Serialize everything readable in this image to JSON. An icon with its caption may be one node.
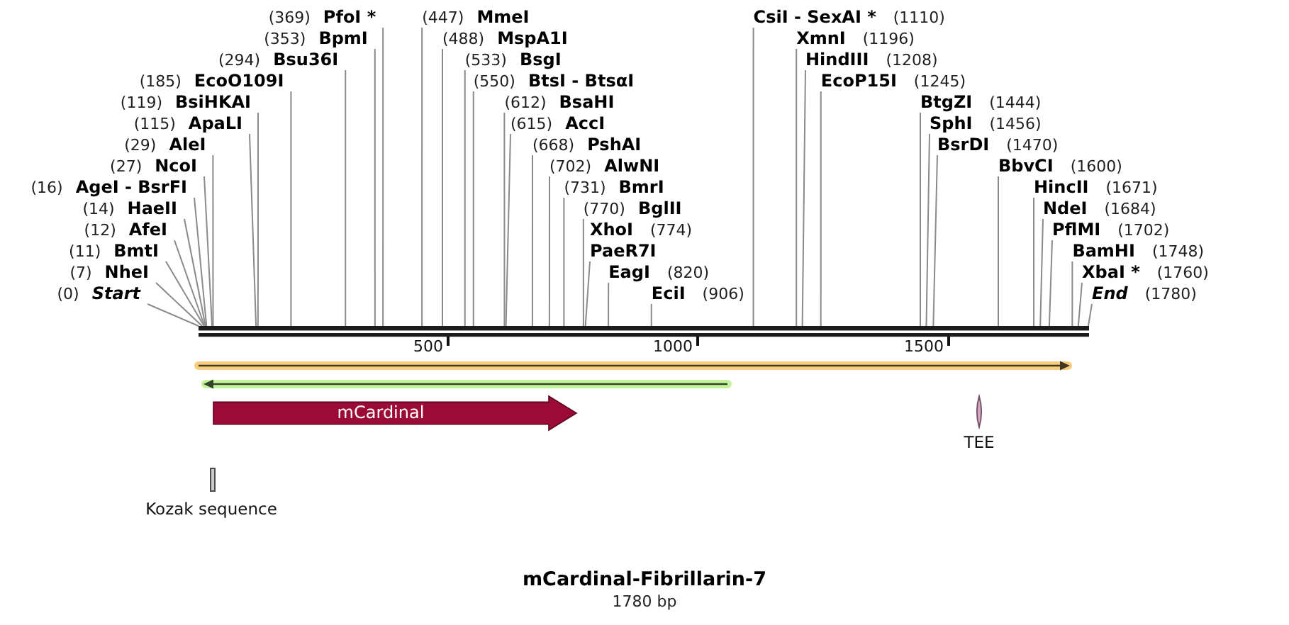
{
  "diagram": {
    "title": "mCardinal-Fibrillarin-7",
    "caption": "1780 bp",
    "nodes": [
      {
        "text": [
          "(0)",
          "Start"
        ]
      },
      {
        "text": [
          "(7)",
          "NheI"
        ]
      },
      {
        "text": [
          "(11)",
          "BmtI"
        ]
      },
      {
        "text": [
          "(12)",
          "AfeI"
        ]
      },
      {
        "text": [
          "(14)",
          "HaeII"
        ]
      },
      {
        "text": [
          "(16)",
          "AgeI - BsrFI"
        ]
      },
      {
        "text": [
          "(27)",
          "NcoI"
        ]
      },
      {
        "text": [
          "(29)",
          "AleI"
        ]
      },
      {
        "text": [
          "(115)",
          "ApaLI"
        ]
      },
      {
        "text": [
          "(119)",
          "BsiHKAI"
        ]
      },
      {
        "text": [
          "(185)",
          "EcoO109I"
        ]
      },
      {
        "text": [
          "(294)",
          "Bsu36I"
        ]
      },
      {
        "text": [
          "(353)",
          "BpmI"
        ]
      },
      {
        "text": [
          "(369)",
          "PfoI *"
        ]
      },
      {
        "text": [
          "(447)",
          "MmeI"
        ]
      },
      {
        "text": [
          "(488)",
          "MspA1I"
        ]
      },
      {
        "text": [
          "(533)",
          "BsgI"
        ]
      },
      {
        "text": [
          "(550)",
          "BtsI - BtsαI"
        ]
      },
      {
        "text": [
          "(612)",
          "BsaHI"
        ]
      },
      {
        "text": [
          "(615)",
          "AccI"
        ]
      },
      {
        "text": [
          "(668)",
          "PshAI"
        ]
      },
      {
        "text": [
          "(702)",
          "AlwNI"
        ]
      },
      {
        "text": [
          "(731)",
          "BmrI"
        ]
      },
      {
        "text": [
          "(770)",
          "BglII"
        ]
      },
      {
        "text": [
          "XhoI",
          "(774)",
          "PaeR7I"
        ]
      },
      {
        "text": [
          "EagI",
          "(820)"
        ]
      },
      {
        "text": [
          "EciI",
          "(906)"
        ]
      },
      {
        "text": [
          "CsiI - SexAI *",
          "(1110)"
        ]
      },
      {
        "text": [
          "XmnI",
          "(1196)"
        ]
      },
      {
        "text": [
          "HindIII",
          "(1208)"
        ]
      },
      {
        "text": [
          "EcoP15I",
          "(1245)"
        ]
      },
      {
        "text": [
          "BtgZI",
          "(1444)"
        ]
      },
      {
        "text": [
          "SphI",
          "(1456)"
        ]
      },
      {
        "text": [
          "BsrDI",
          "(1470)"
        ]
      },
      {
        "text": [
          "BbvCI",
          "(1600)"
        ]
      },
      {
        "text": [
          "HincII",
          "(1671)"
        ]
      },
      {
        "text": [
          "NdeI",
          "(1684)"
        ]
      },
      {
        "text": [
          "PflMI",
          "(1702)"
        ]
      },
      {
        "text": [
          "BamHI",
          "(1748)"
        ]
      },
      {
        "text": [
          "XbaI *",
          "(1760)"
        ]
      },
      {
        "text": [
          "End",
          "(1780)"
        ]
      },
      {
        "text": [],
        "shape": "bar"
      },
      {
        "text": [],
        "shape": "arrow"
      },
      {
        "text": [],
        "shape": "arrow"
      },
      {
        "text": [
          "mCardinal"
        ]
      },
      {
        "text": [],
        "shape": "ellipse",
        "beside": [
          "TEE"
        ]
      },
      {
        "text": [],
        "shape": "bar",
        "beside": [
          "Kozak sequence"
        ]
      }
    ],
    "edges": [
      {
        "from": 0,
        "to": 41,
        "arrow": "none"
      },
      {
        "from": 1,
        "to": 41,
        "arrow": "none"
      },
      {
        "from": 2,
        "to": 41,
        "arrow": "none"
      },
      {
        "from": 3,
        "to": 41,
        "arrow": "none"
      },
      {
        "from": 4,
        "to": 41,
        "arrow": "none"
      },
      {
        "from": 5,
        "to": 41,
        "arrow": "none"
      },
      {
        "from": 6,
        "to": 41,
        "arrow": "none"
      },
      {
        "from": 7,
        "to": 41,
        "arrow": "none"
      },
      {
        "from": 8,
        "to": 41,
        "arrow": "none"
      },
      {
        "from": 9,
        "to": 41,
        "arrow": "none"
      },
      {
        "from": 10,
        "to": 41,
        "arrow": "none"
      },
      {
        "from": 11,
        "to": 41,
        "arrow": "none"
      },
      {
        "from": 12,
        "to": 41,
        "arrow": "none"
      },
      {
        "from": 13,
        "to": 41,
        "arrow": "none"
      },
      {
        "from": 14,
        "to": 41,
        "arrow": "none"
      },
      {
        "from": 15,
        "to": 41,
        "arrow": "none"
      },
      {
        "from": 16,
        "to": 41,
        "arrow": "none"
      },
      {
        "from": 17,
        "to": 41,
        "arrow": "none"
      },
      {
        "from": 18,
        "to": 41,
        "arrow": "none"
      },
      {
        "from": 19,
        "to": 41,
        "arrow": "none"
      },
      {
        "from": 20,
        "to": 41,
        "arrow": "none"
      },
      {
        "from": 21,
        "to": 41,
        "arrow": "none"
      },
      {
        "from": 22,
        "to": 41,
        "arrow": "none"
      },
      {
        "from": 23,
        "to": 41,
        "arrow": "none"
      },
      {
        "from": 24,
        "to": 41,
        "arrow": "none"
      },
      {
        "from": 25,
        "to": 41,
        "arrow": "none"
      },
      {
        "from": 26,
        "to": 41,
        "arrow": "none"
      },
      {
        "from": 27,
        "to": 41,
        "arrow": "none"
      },
      {
        "from": 28,
        "to": 41,
        "arrow": "none"
      },
      {
        "from": 29,
        "to": 41,
        "arrow": "none"
      },
      {
        "from": 30,
        "to": 41,
        "arrow": "none"
      },
      {
        "from": 31,
        "to": 41,
        "arrow": "none"
      },
      {
        "from": 32,
        "to": 41,
        "arrow": "none"
      },
      {
        "from": 33,
        "to": 41,
        "arrow": "none"
      },
      {
        "from": 34,
        "to": 41,
        "arrow": "none"
      },
      {
        "from": 35,
        "to": 41,
        "arrow": "none"
      },
      {
        "from": 36,
        "to": 41,
        "arrow": "none"
      },
      {
        "from": 37,
        "to": 41,
        "arrow": "none"
      },
      {
        "from": 38,
        "to": 41,
        "arrow": "none"
      },
      {
        "from": 39,
        "to": 41,
        "arrow": "none"
      },
      {
        "from": 40,
        "to": 41,
        "arrow": "none"
      }
    ],
    "labels": [
      "500",
      "1000",
      "1500"
    ]
  }
}
